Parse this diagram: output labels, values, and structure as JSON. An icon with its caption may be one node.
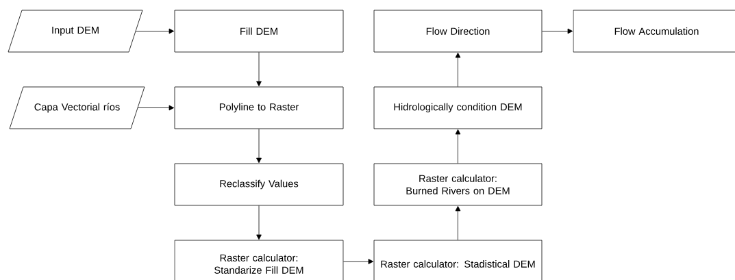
{
  "diagram": {
    "nodes": [
      {
        "text": [
          "Input DEM"
        ]
      },
      {
        "text": [
          "Fill DEM"
        ]
      },
      {
        "text": [
          "Capa Vectorial ríos"
        ]
      },
      {
        "text": [
          "Polyline to Raster"
        ]
      },
      {
        "text": [
          "Reclassify Values"
        ]
      },
      {
        "text": [
          "Raster calculator: Standarize Fill DEM"
        ]
      },
      {
        "text": [
          "Raster calculator: Stadistical DEM"
        ]
      },
      {
        "text": [
          "Raster calculator: Burned Rivers on DEM"
        ]
      },
      {
        "text": [
          "Hidrologically condition DEM"
        ]
      },
      {
        "text": [
          "Flow Direction"
        ]
      },
      {
        "text": [
          "Flow Accumulation"
        ]
      }
    ],
    "edges": [
      {
        "from": 0,
        "to": 1,
        "arrow": "to"
      },
      {
        "from": 1,
        "to": 3,
        "arrow": "to"
      },
      {
        "from": 2,
        "to": 3,
        "arrow": "to"
      },
      {
        "from": 3,
        "to": 4,
        "arrow": "to"
      },
      {
        "from": 4,
        "to": 5,
        "arrow": "to"
      },
      {
        "from": 5,
        "to": 6,
        "arrow": "to"
      },
      {
        "from": 6,
        "to": 7,
        "arrow": "to"
      },
      {
        "from": 7,
        "to": 8,
        "arrow": "to"
      },
      {
        "from": 8,
        "to": 9,
        "arrow": "to"
      },
      {
        "from": 9,
        "to": 10,
        "arrow": "to"
      }
    ]
  }
}
